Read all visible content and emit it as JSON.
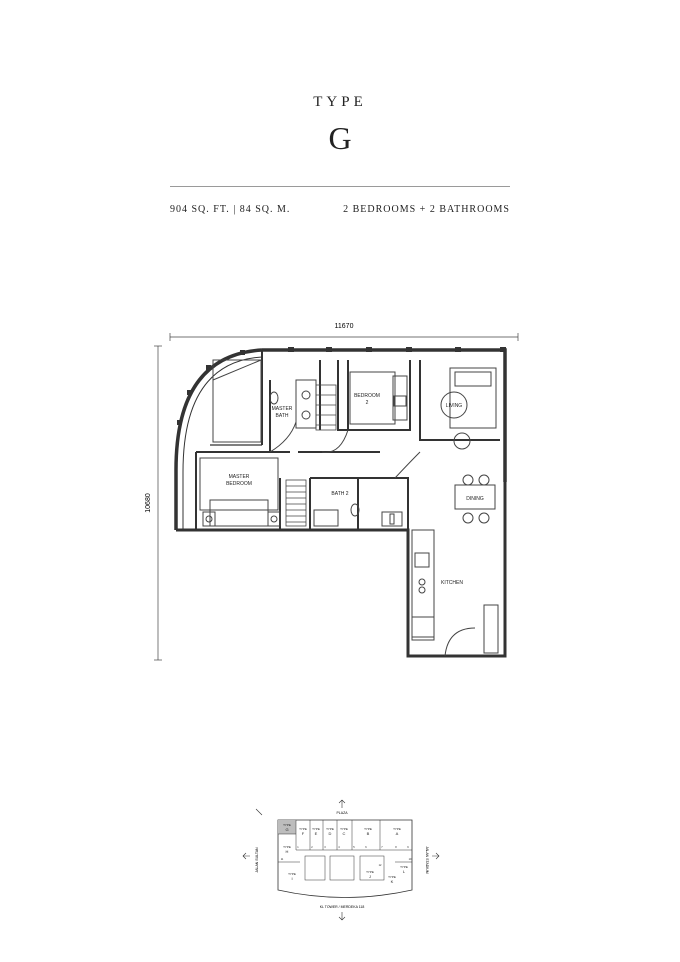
{
  "header": {
    "type_label": "TYPE",
    "type_letter": "G",
    "area": "904 SQ. FT.  |  84 SQ. M.",
    "rooms": "2 BEDROOMS + 2 BATHROOMS"
  },
  "plan": {
    "width_dim": "11670",
    "height_dim": "10680",
    "rooms": {
      "master_bath": [
        "MASTER",
        "BATH"
      ],
      "bedroom2": [
        "BEDROOM",
        "2"
      ],
      "living": "LIVING",
      "master_bedroom": [
        "MASTER",
        "BEDROOM"
      ],
      "bath2": "BATH 2",
      "dining": "DINING",
      "kitchen": "KITCHEN"
    }
  },
  "keyplan": {
    "top_label": "PLAZA",
    "bottom_label": "KL TOWER / MERDEKA 118",
    "left_label": "JALAN SULTAN",
    "right_label": "JALAN STADIUM",
    "units": [
      {
        "type": "TYPE",
        "letter": "G",
        "highlight": true
      },
      {
        "type": "TYPE",
        "letter": "F"
      },
      {
        "type": "TYPE",
        "letter": "E"
      },
      {
        "type": "TYPE",
        "letter": "D"
      },
      {
        "type": "TYPE",
        "letter": "C"
      },
      {
        "type": "TYPE",
        "letter": "B"
      },
      {
        "type": "TYPE",
        "letter": "A"
      },
      {
        "type": "TYPE",
        "letter": "H"
      },
      {
        "type": "TYPE",
        "letter": "L"
      },
      {
        "type": "TYPE",
        "letter": "I"
      },
      {
        "type": "TYPE",
        "letter": "J"
      },
      {
        "type": "TYPE",
        "letter": "K"
      }
    ],
    "numbers": [
      "1",
      "2",
      "3",
      "4",
      "5",
      "6",
      "7",
      "8",
      "9",
      "10",
      "11",
      "12"
    ]
  },
  "colors": {
    "ink": "#222222",
    "wall": "#333333",
    "highlight": "#bdbdbd",
    "rule": "#9a9a9a"
  }
}
